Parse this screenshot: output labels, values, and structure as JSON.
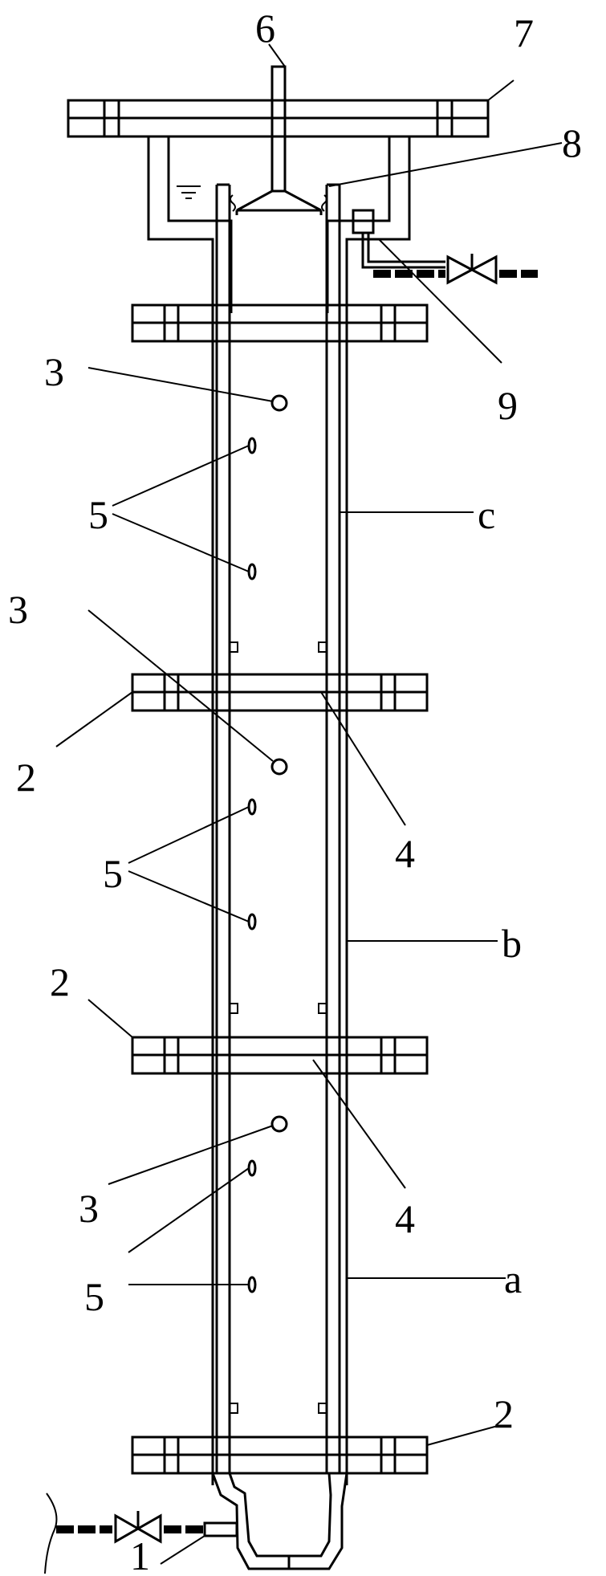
{
  "diagram": {
    "labels": {
      "l1": "1",
      "l2a": "2",
      "l2b": "2",
      "l2c": "2",
      "l3a": "3",
      "l3b": "3",
      "l3c": "3",
      "l4a": "4",
      "l4b": "4",
      "l5a": "5",
      "l5b": "5",
      "l5c": "5",
      "l6": "6",
      "l7": "7",
      "l8": "8",
      "l9": "9",
      "la": "a",
      "lb": "b",
      "lc": "c"
    }
  }
}
